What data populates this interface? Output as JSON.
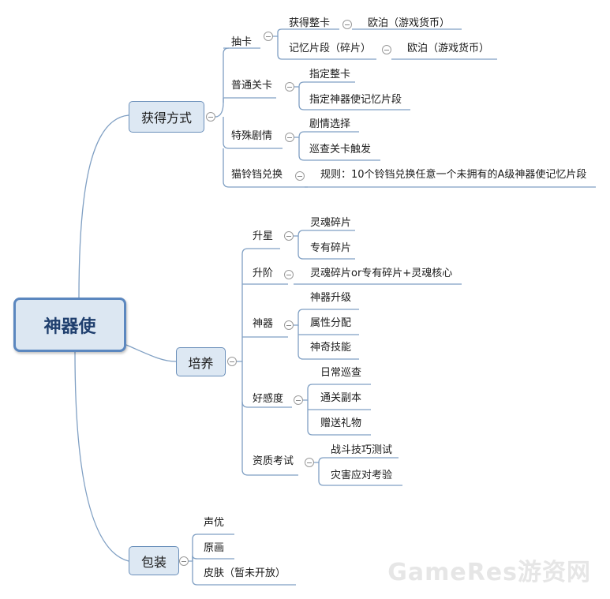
{
  "root": "神器使",
  "branches": [
    {
      "label": "获得方式",
      "children": [
        {
          "label": "抽卡",
          "children": [
            {
              "label": "获得整卡",
              "children": [
                {
                  "label": "欧泊（游戏货币）"
                }
              ]
            },
            {
              "label": "记忆片段（碎片）",
              "children": [
                {
                  "label": "欧泊（游戏货币）"
                }
              ]
            }
          ]
        },
        {
          "label": "普通关卡",
          "children": [
            {
              "label": "指定整卡"
            },
            {
              "label": "指定神器使记忆片段"
            }
          ]
        },
        {
          "label": "特殊剧情",
          "children": [
            {
              "label": "剧情选择"
            },
            {
              "label": "巡查关卡触发"
            }
          ]
        },
        {
          "label": "猫铃铛兑换",
          "children": [
            {
              "label": "规则：10个铃铛兑换任意一个未拥有的A级神器使记忆片段"
            }
          ]
        }
      ]
    },
    {
      "label": "培养",
      "children": [
        {
          "label": "升星",
          "children": [
            {
              "label": "灵魂碎片"
            },
            {
              "label": "专有碎片"
            }
          ]
        },
        {
          "label": "升阶",
          "children": [
            {
              "label": "灵魂碎片or专有碎片+灵魂核心"
            }
          ]
        },
        {
          "label": "神器",
          "children": [
            {
              "label": "神器升级"
            },
            {
              "label": "属性分配"
            },
            {
              "label": "神奇技能"
            }
          ]
        },
        {
          "label": "好感度",
          "children": [
            {
              "label": "日常巡查"
            },
            {
              "label": "通关副本"
            },
            {
              "label": "赠送礼物"
            }
          ]
        },
        {
          "label": "资质考试",
          "children": [
            {
              "label": "战斗技巧测试"
            },
            {
              "label": "灾害应对考验"
            }
          ]
        }
      ]
    },
    {
      "label": "包装",
      "children": [
        {
          "label": "声优"
        },
        {
          "label": "原画"
        },
        {
          "label": "皮肤（暂未开放）"
        }
      ]
    }
  ],
  "watermark": "GameRes游资网",
  "colors": {
    "line": "#7f9fc3",
    "box_fill": "#dde8f3",
    "box_border": "#6a8fba",
    "root_border": "#5b87bf"
  }
}
